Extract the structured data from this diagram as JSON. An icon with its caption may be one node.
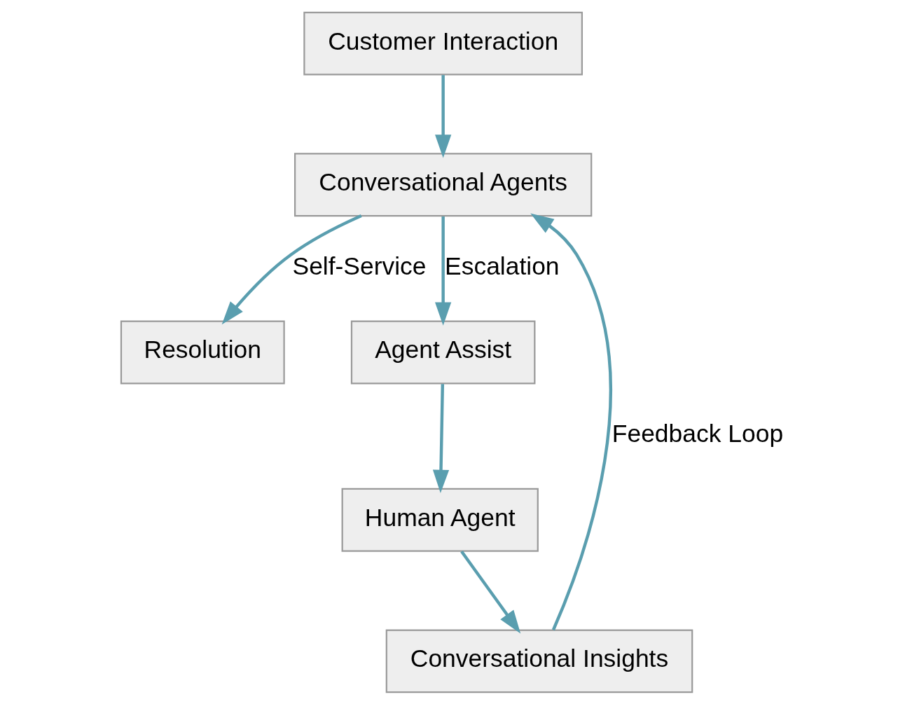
{
  "diagram": {
    "nodes": [
      {
        "text": [
          "Customer Interaction"
        ]
      },
      {
        "text": [
          "Conversational Agents"
        ]
      },
      {
        "text": [
          "Resolution"
        ]
      },
      {
        "text": [
          "Agent Assist"
        ]
      },
      {
        "text": [
          "Human Agent"
        ]
      },
      {
        "text": [
          "Conversational Insights"
        ]
      }
    ],
    "edges": [
      {
        "from": 0,
        "to": 1,
        "arrow": "to"
      },
      {
        "from": 1,
        "to": 2,
        "arrow": "to",
        "label": "Self-Service"
      },
      {
        "from": 1,
        "to": 3,
        "arrow": "to",
        "label": "Escalation"
      },
      {
        "from": 3,
        "to": 4,
        "arrow": "to"
      },
      {
        "from": 4,
        "to": 5,
        "arrow": "to"
      },
      {
        "from": 5,
        "to": 1,
        "arrow": "to",
        "label": "Feedback Loop"
      }
    ]
  }
}
